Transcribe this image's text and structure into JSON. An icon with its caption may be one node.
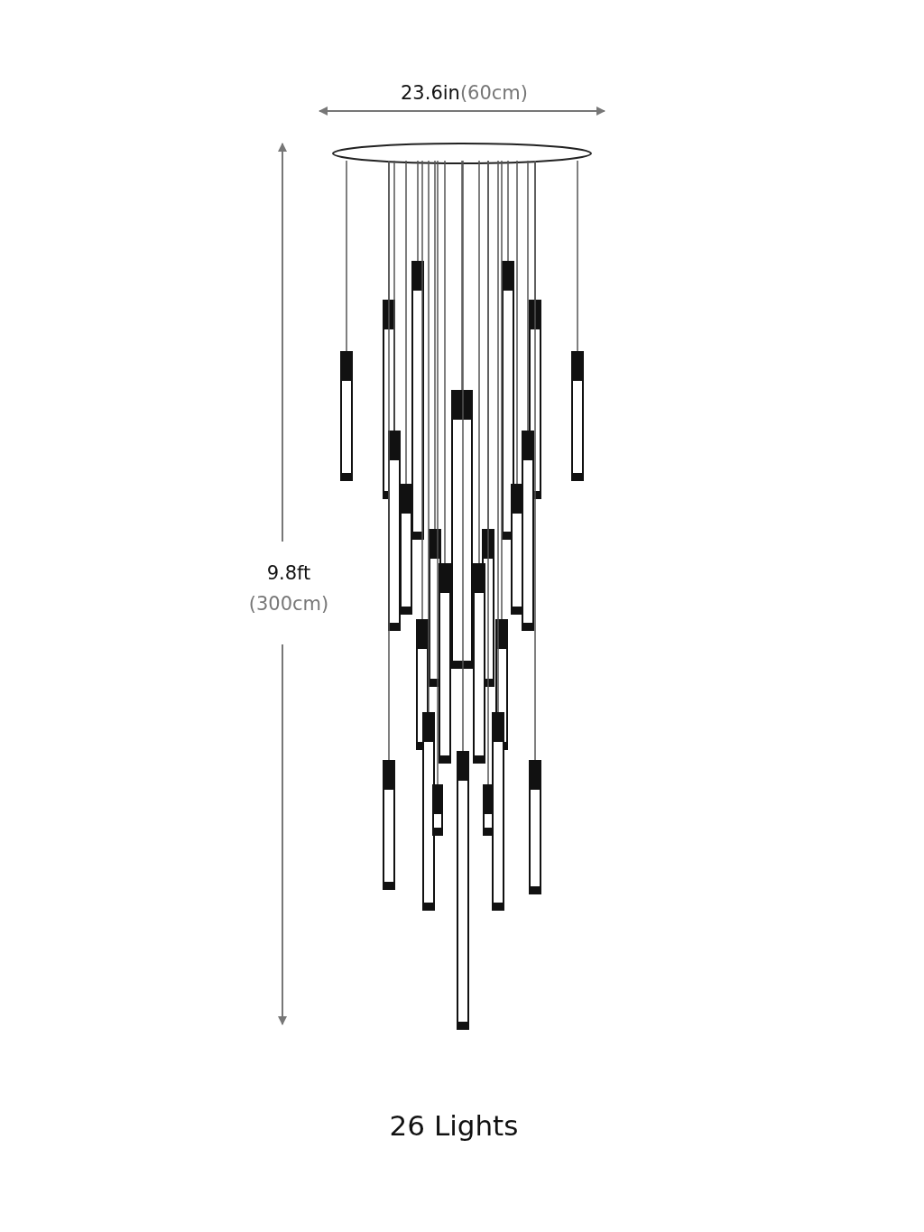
{
  "diagram": {
    "labels": [
      "23.6in",
      "(60cm)",
      "9.8ft",
      "(300cm)",
      "26 Lights"
    ]
  }
}
